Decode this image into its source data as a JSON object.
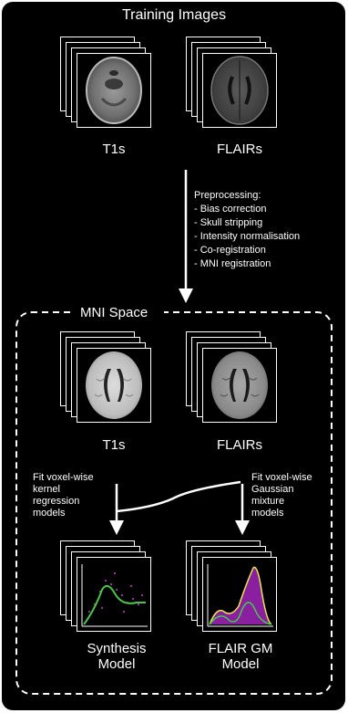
{
  "title": "Training Images",
  "top_stacks": {
    "left_caption": "T1s",
    "right_caption": "FLAIRs"
  },
  "preprocessing": {
    "heading": "Preprocessing:",
    "steps": [
      "- Bias correction",
      "- Skull stripping",
      "- Intensity normalisation",
      "- Co-registration",
      "- MNI registration"
    ]
  },
  "mni": {
    "label": "MNI Space",
    "left_caption": "T1s",
    "right_caption": "FLAIRs",
    "left_fit": "Fit voxel-wise\nkernel\nregression\nmodels",
    "right_fit": "Fit voxel-wise\nGaussian\nmixture\nmodels",
    "left_model": "Synthesis\nModel",
    "right_model": "FLAIR GM\nModel"
  },
  "colors": {
    "background": "#000000",
    "foreground": "#ffffff",
    "synthesis_curve": "#4cc44c",
    "gmm_fill": "#8a1fa0",
    "gmm_curve_a": "#e8e84a",
    "gmm_curve_b": "#3fd04a"
  }
}
